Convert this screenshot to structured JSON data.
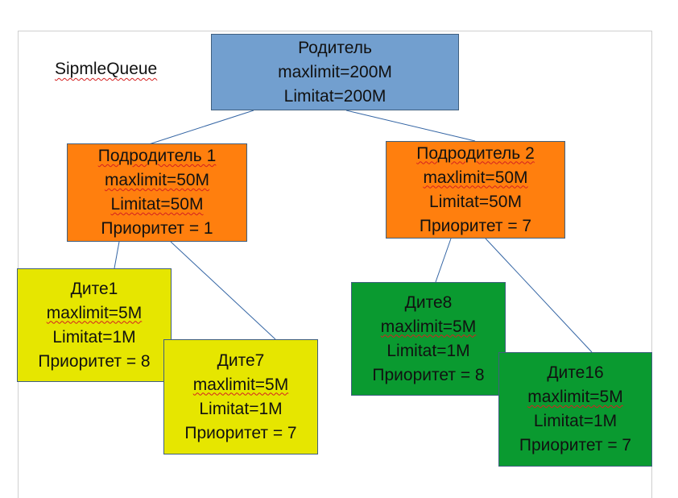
{
  "diagram": {
    "title": "SipmleQueue",
    "colors": {
      "parent": "#729fcf",
      "subparent": "#ff7f0e",
      "child_yellow": "#e6e600",
      "child_green": "#0a9a30",
      "connector": "#3465a4",
      "spellcheck_underline": "#d42020"
    },
    "nodes": {
      "parent": {
        "name": "Родитель",
        "maxlimit": "maxlimit=200M",
        "limitat": "Limitat=200M"
      },
      "sub1": {
        "name": "Подродитель 1",
        "maxlimit": "maxlimit=50M",
        "limitat": "Limitat=50M",
        "priority": "Приоритет = 1"
      },
      "sub2": {
        "name": "Подродитель 2",
        "maxlimit": "maxlimit=50M",
        "limitat": "Limitat=50M",
        "priority": "Приоритет = 7"
      },
      "child1": {
        "name": "Дите1",
        "maxlimit": "maxlimit=5M",
        "limitat": "Limitat=1M",
        "priority": "Приоритет = 8"
      },
      "child7": {
        "name": "Дите7",
        "maxlimit": "maxlimit=5M",
        "limitat": "Limitat=1M",
        "priority": "Приоритет = 7"
      },
      "child8": {
        "name": "Дите8",
        "maxlimit": "maxlimit=5M",
        "limitat": "Limitat=1M",
        "priority": "Приоритет = 8"
      },
      "child16": {
        "name": "Дите16",
        "maxlimit": "maxlimit=5M",
        "limitat": "Limitat=1M",
        "priority": "Приоритет = 7"
      }
    },
    "edges": [
      {
        "from": "parent",
        "to": "sub1"
      },
      {
        "from": "parent",
        "to": "sub2"
      },
      {
        "from": "sub1",
        "to": "child1"
      },
      {
        "from": "sub1",
        "to": "child7"
      },
      {
        "from": "sub2",
        "to": "child8"
      },
      {
        "from": "sub2",
        "to": "child16"
      }
    ]
  }
}
